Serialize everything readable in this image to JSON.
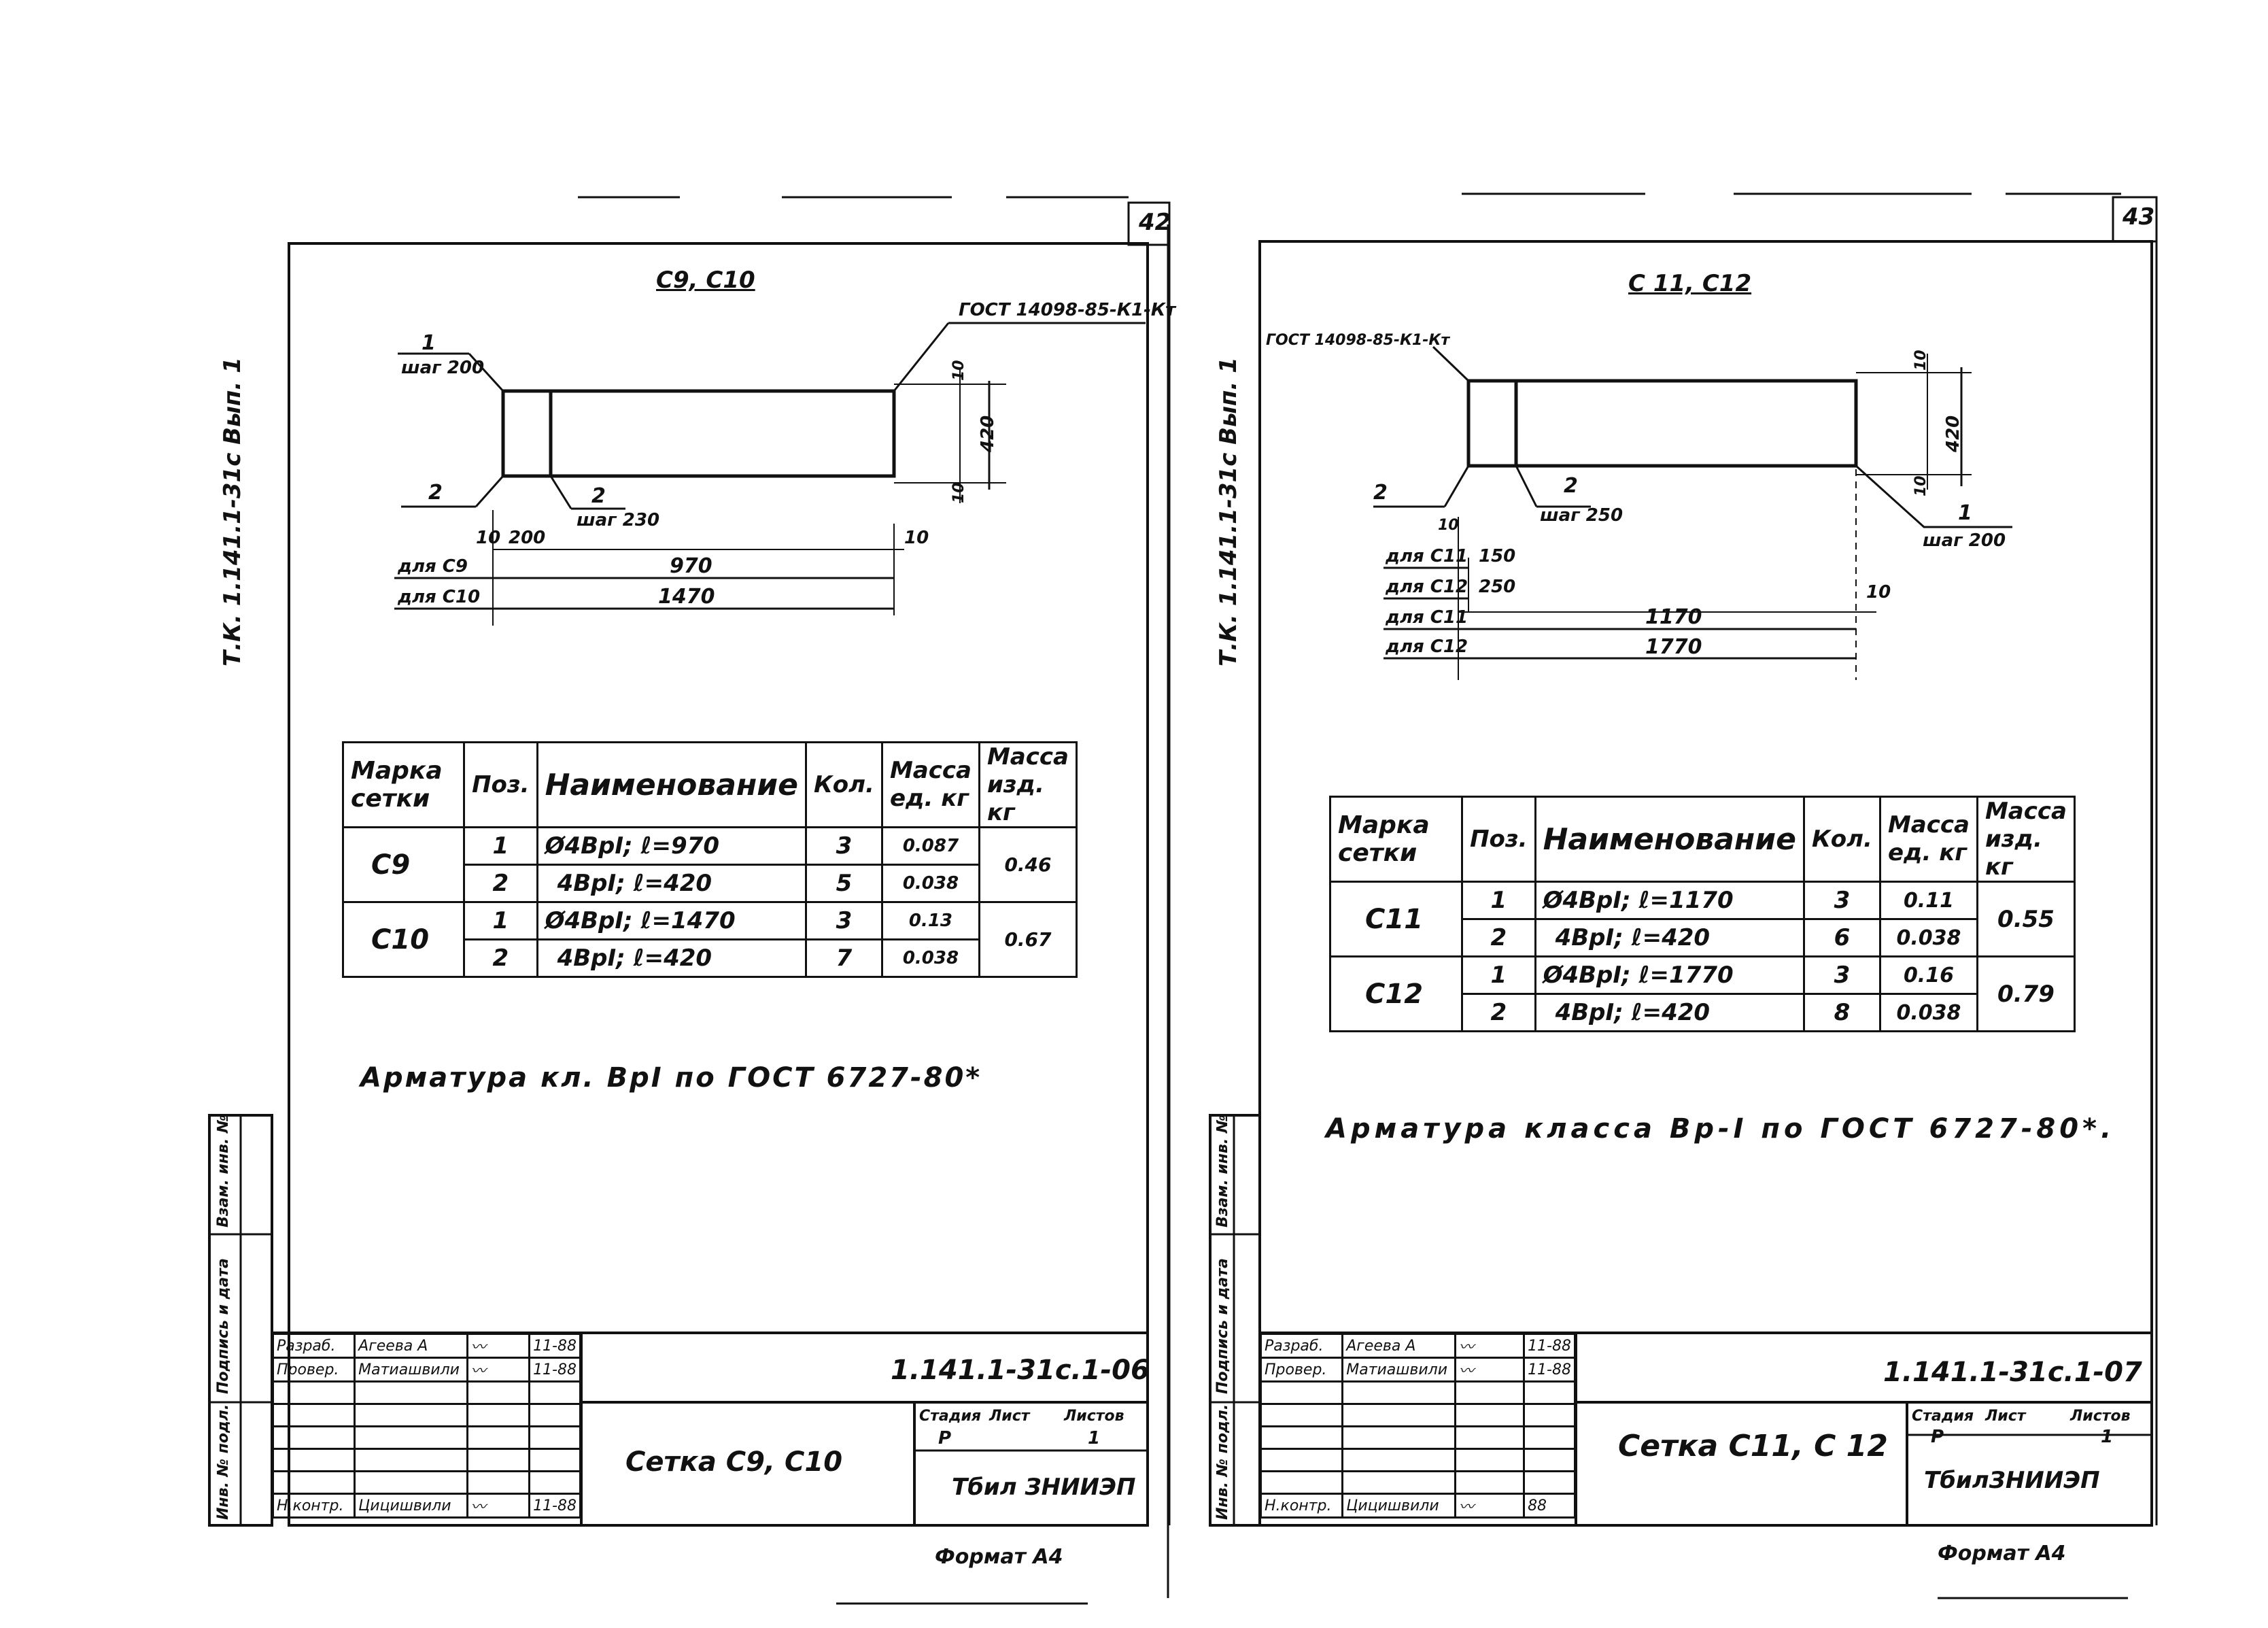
{
  "left": {
    "page_number": "42",
    "side_text": "Т.К. 1.141.1-31с  Вып. 1",
    "title": "С9, С10",
    "gost_label": "ГОСТ 14098-85-К1-Кт",
    "pos1": "1",
    "pos1_step": "шаг 200",
    "pos2a": "2",
    "pos2b": "2",
    "pos2_step": "шаг 230",
    "dim_10_top": "10",
    "dim_10_bottom": "10",
    "dim_420": "420",
    "dim_10_a": "10",
    "dim_200": "200",
    "dim_10_b": "10",
    "for_c9": "для С9",
    "for_c10": "для С10",
    "len_c9": "970",
    "len_c10": "1470",
    "table_headers": [
      "Марка сетки",
      "Поз.",
      "Наименование",
      "Кол.",
      "Масса ед. кг",
      "Масса изд. кг"
    ],
    "rows": [
      {
        "mark": "С9",
        "pos": "1",
        "name": "Ø4ВрI; ℓ=970",
        "qty": "3",
        "unit": "0.087",
        "total": "0.46"
      },
      {
        "mark": "",
        "pos": "2",
        "name": "4ВрI; ℓ=420",
        "qty": "5",
        "unit": "0.038",
        "total": ""
      },
      {
        "mark": "С10",
        "pos": "1",
        "name": "Ø4ВрI; ℓ=1470",
        "qty": "3",
        "unit": "0.13",
        "total": "0.67"
      },
      {
        "mark": "",
        "pos": "2",
        "name": "4ВрI; ℓ=420",
        "qty": "7",
        "unit": "0.038",
        "total": ""
      }
    ],
    "note": "Арматура кл. ВрI по ГОСТ 6727-80*",
    "stamp": {
      "vzam": "Взам. инв. №",
      "podpis": "Подпись и дата",
      "inv": "Инв. № подл.",
      "razrab_label": "Разраб.",
      "razrab_name": "Агеева А",
      "razrab_date": "11-88",
      "prover_label": "Провер.",
      "prover_name": "Матиашвили",
      "prover_date": "11-88",
      "nkontr_label": "Н.контр.",
      "nkontr_name": "Цицишвили",
      "nkontr_date": "11-88",
      "doc_code": "1.141.1-31с.1-06",
      "sheet_title": "Сетка С9, С10",
      "stadia_label": "Стадия",
      "list_label": "Лист",
      "listov_label": "Листов",
      "stadia_val": "Р",
      "listov_val": "1",
      "org": "Тбил ЗНИИЭП"
    },
    "format": "Формат А4"
  },
  "right": {
    "page_number": "43",
    "side_text": "Т.К. 1.141.1-31с  Вып. 1",
    "title": "С 11, С12",
    "gost_label": "ГОСТ 14098-85-К1-Кт",
    "pos2a": "2",
    "pos2b": "2",
    "pos2_step": "шаг 250",
    "pos1": "1",
    "pos1_step": "шаг 200",
    "dim_10_top": "10",
    "dim_420": "420",
    "dim_10_bottom": "10",
    "dim_10_a": "10",
    "dim_10_b": "10",
    "for_c11_a": "для С11",
    "for_c12_a": "для С12",
    "for_c11_b": "для С11",
    "for_c12_b": "для С12",
    "step_c11": "150",
    "step_c12": "250",
    "len_c11": "1170",
    "len_c12": "1770",
    "table_headers": [
      "Марка сетки",
      "Поз.",
      "Наименование",
      "Кол.",
      "Масса ед. кг",
      "Масса изд. кг"
    ],
    "rows": [
      {
        "mark": "С11",
        "pos": "1",
        "name": "Ø4ВрI; ℓ=1170",
        "qty": "3",
        "unit": "0.11",
        "total": "0.55"
      },
      {
        "mark": "",
        "pos": "2",
        "name": "4ВрI; ℓ=420",
        "qty": "6",
        "unit": "0.038",
        "total": ""
      },
      {
        "mark": "С12",
        "pos": "1",
        "name": "Ø4ВрI; ℓ=1770",
        "qty": "3",
        "unit": "0.16",
        "total": "0.79"
      },
      {
        "mark": "",
        "pos": "2",
        "name": "4ВрI; ℓ=420",
        "qty": "8",
        "unit": "0.038",
        "total": ""
      }
    ],
    "note": "Арматура класса Вр-I по ГОСТ 6727-80*.",
    "stamp": {
      "vzam": "Взам. инв. №",
      "podpis": "Подпись и дата",
      "inv": "Инв. № подл.",
      "razrab_label": "Разраб.",
      "razrab_name": "Агеева А",
      "razrab_date": "11-88",
      "prover_label": "Провер.",
      "prover_name": "Матиашвили",
      "prover_date": "11-88",
      "nkontr_label": "Н.контр.",
      "nkontr_name": "Цицишвили",
      "nkontr_date": "88",
      "doc_code": "1.141.1-31с.1-07",
      "sheet_title": "Сетка С11, С 12",
      "stadia_label": "Стадия",
      "list_label": "Лист",
      "listov_label": "Листов",
      "stadia_val": "Р",
      "listov_val": "1",
      "org": "ТбилЗНИИЭП"
    },
    "format": "Формат А4"
  }
}
